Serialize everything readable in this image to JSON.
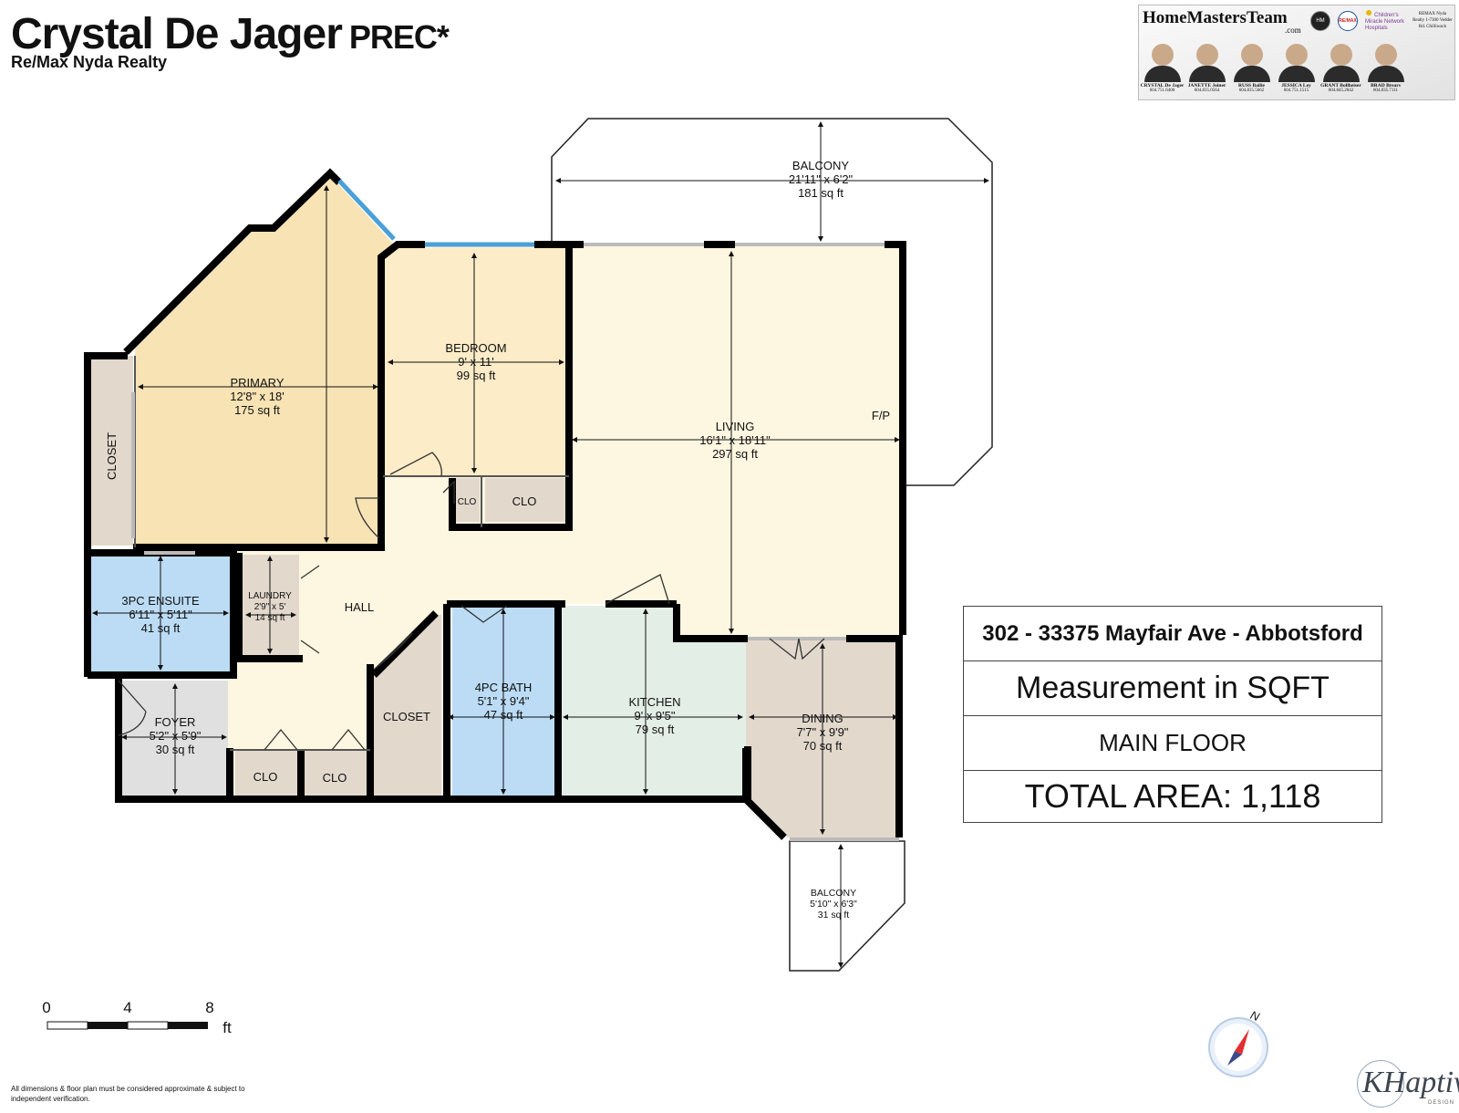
{
  "header": {
    "agent_name": "Crystal De Jager",
    "designation": "PREC*",
    "brokerage": "Re/Max Nyda Realty"
  },
  "banner": {
    "team_name": "HomeMastersTeam",
    "team_domain": ".com",
    "badge_hm": "HM",
    "badge_remax": "RE/MAX",
    "cmn_text": "Children's Miracle Network Hospitals",
    "agents": [
      {
        "name": "CRYSTAL De Jager",
        "phone": "604.751.6400"
      },
      {
        "name": "JANETTE Joiner",
        "phone": "604.835.0564"
      },
      {
        "name": "RUSS Bailie",
        "phone": "604.835.5662"
      },
      {
        "name": "JESSICA Ley",
        "phone": "604.751.1515"
      },
      {
        "name": "GRANT Bollheiser",
        "phone": "604.845.2042"
      },
      {
        "name": "BRAD Brears",
        "phone": "604.835.7111"
      }
    ],
    "side_text": "REMAX Nyda Realty 1-7300 Vedder Rd. Chilliwack"
  },
  "rooms": [
    {
      "id": "primary",
      "name": "PRIMARY",
      "dims": "12'8\" x 18'",
      "area": "175 sq ft"
    },
    {
      "id": "bedroom",
      "name": "BEDROOM",
      "dims": "9' x 11'",
      "area": "99 sq ft"
    },
    {
      "id": "living",
      "name": "LIVING",
      "dims": "16'1\" x 18'11\"",
      "area": "297 sq ft"
    },
    {
      "id": "balcony-top",
      "name": "BALCONY",
      "dims": "21'11\" x 6'2\"",
      "area": "181 sq ft"
    },
    {
      "id": "ensuite",
      "name": "3PC ENSUITE",
      "dims": "6'11\" x 5'11\"",
      "area": "41 sq ft"
    },
    {
      "id": "laundry",
      "name": "LAUNDRY",
      "dims": "2'9\" x 5'",
      "area": "14 sq ft"
    },
    {
      "id": "foyer",
      "name": "FOYER",
      "dims": "5'2\" x 5'9\"",
      "area": "30 sq ft"
    },
    {
      "id": "bath4",
      "name": "4PC BATH",
      "dims": "5'1\" x 9'4\"",
      "area": "47 sq ft"
    },
    {
      "id": "kitchen",
      "name": "KITCHEN",
      "dims": "9' x 9'5\"",
      "area": "79 sq ft"
    },
    {
      "id": "dining",
      "name": "DINING",
      "dims": "7'7\" x 9'9\"",
      "area": "70 sq ft"
    },
    {
      "id": "balcony-bottom",
      "name": "BALCONY",
      "dims": "5'10\" x 6'3\"",
      "area": "31 sq ft"
    }
  ],
  "minor_labels": {
    "closet_primary": "CLOSET",
    "closet_hall": "CLOSET",
    "clo_small": "CLO",
    "clo_bedroom": "CLO",
    "clo_1": "CLO",
    "clo_2": "CLO",
    "hall": "HALL",
    "fireplace": "F/P"
  },
  "info": {
    "address": "302 - 33375 Mayfair Ave - Abbotsford",
    "measurement": "Measurement in SQFT",
    "floor": "MAIN FLOOR",
    "total_area": "TOTAL AREA: 1,118"
  },
  "scale_bar": {
    "ticks": [
      "0",
      "4",
      "8"
    ],
    "unit": "ft"
  },
  "compass": {
    "label": "N"
  },
  "disclaimer": "All dimensions & floor plan must be considered approximate & subject to independent verification.",
  "logo": {
    "name": "KHaptive",
    "sub": "DESIGN"
  },
  "colors": {
    "primary": "#f7e3b4",
    "bedroom": "#fcecc7",
    "living": "#fdf6e0",
    "wet_rooms": "#bcdcf5",
    "kitchen": "#e3eee6",
    "storage": "#e2d8cc",
    "foyer": "#e0e0e0",
    "window": "#4aa0d8",
    "wall": "#000000"
  }
}
